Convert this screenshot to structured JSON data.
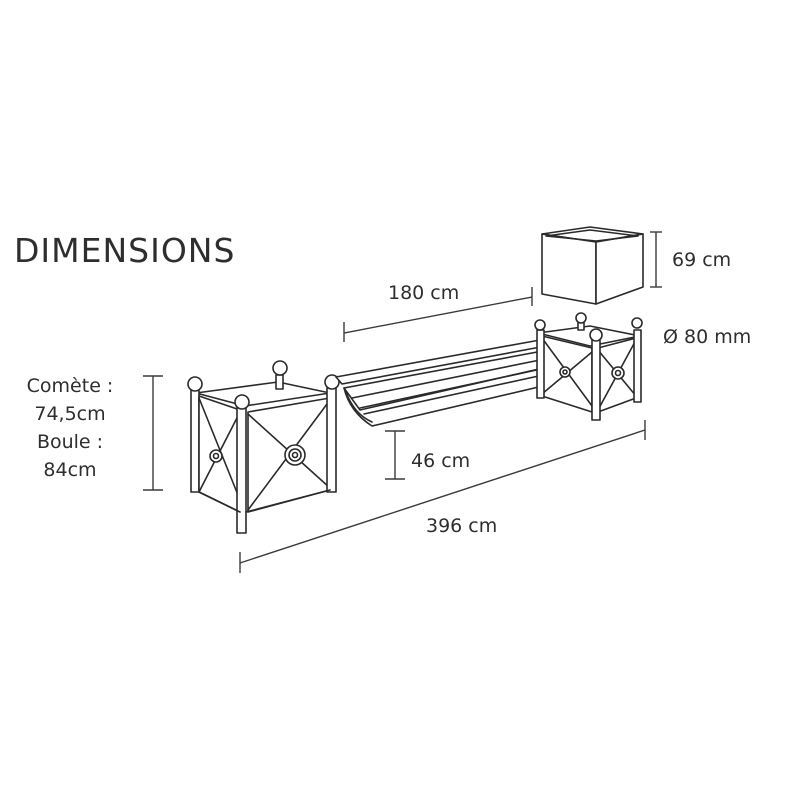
{
  "title": "DIMENSIONS",
  "labels": {
    "planter_height": [
      "Comète :",
      "74,5cm",
      "Boule :",
      "84cm"
    ],
    "bench_length": "180 cm",
    "seat_height": "46 cm",
    "total_length": "396 cm",
    "box_height": "69 cm",
    "post_diameter": "Ø 80 mm"
  }
}
